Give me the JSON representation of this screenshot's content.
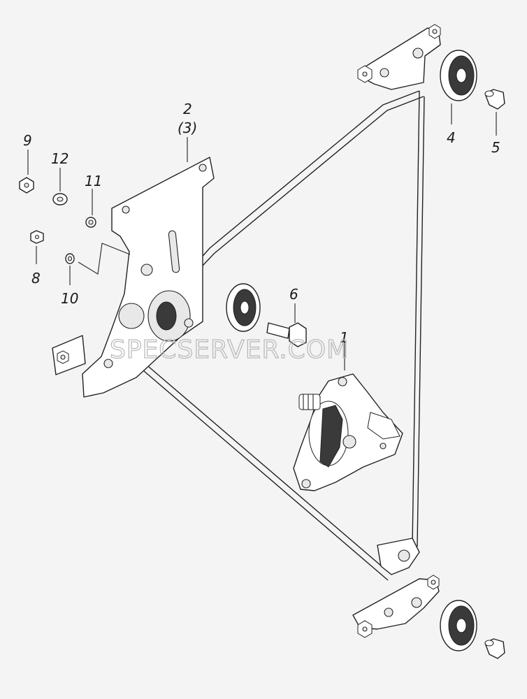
{
  "callouts": {
    "c1": "1",
    "c2": "2",
    "c3": "(3)",
    "c4": "4",
    "c5": "5",
    "c6": "6",
    "c8": "8",
    "c9": "9",
    "c10": "10",
    "c11": "11",
    "c12": "12"
  },
  "watermark": "SPECSERVER.COM"
}
